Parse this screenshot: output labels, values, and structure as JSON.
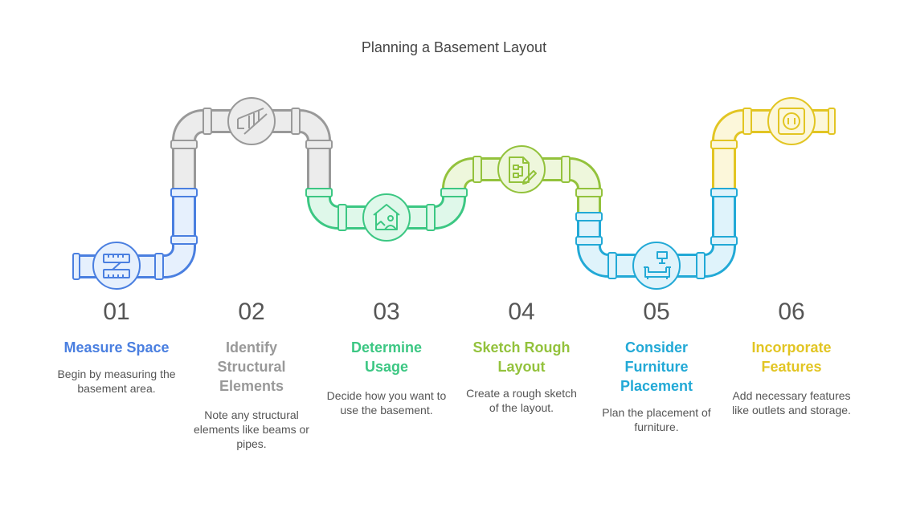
{
  "title": "Planning a Basement Layout",
  "colors": {
    "blue": "#4a7fe0",
    "gray": "#999999",
    "green": "#3cc783",
    "lime": "#93c23c",
    "cyan": "#22a9d6",
    "yellow": "#e2c523"
  },
  "steps": [
    {
      "number": "01",
      "title": "Measure Space",
      "description": "Begin by measuring the basement area.",
      "icon": "measuring-tape-icon"
    },
    {
      "number": "02",
      "title": "Identify Structural Elements",
      "description": "Note any structural elements like beams or pipes.",
      "icon": "stairs-icon"
    },
    {
      "number": "03",
      "title": "Determine Usage",
      "description": "Decide how you want to use the basement.",
      "icon": "house-person-icon"
    },
    {
      "number": "04",
      "title": "Sketch Rough Layout",
      "description": "Create a rough sketch of the layout.",
      "icon": "document-sketch-icon"
    },
    {
      "number": "05",
      "title": "Consider Furniture Placement",
      "description": "Plan the placement of furniture.",
      "icon": "sofa-lamp-icon"
    },
    {
      "number": "06",
      "title": "Incorporate Features",
      "description": "Add necessary features like outlets and storage.",
      "icon": "power-outlet-icon"
    }
  ]
}
